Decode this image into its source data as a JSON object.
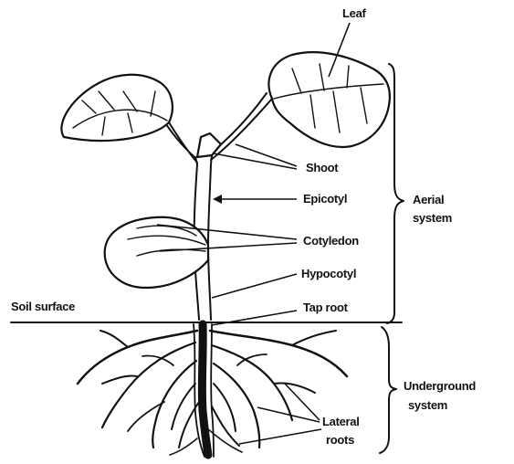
{
  "labels": {
    "leaf": "Leaf",
    "shoot": "Shoot",
    "epicotyl": "Epicotyl",
    "cotyledon": "Cotyledon",
    "hypocotyl": "Hypocotyl",
    "tap_root": "Tap root",
    "soil_surface": "Soil surface",
    "aerial_system_line1": "Aerial",
    "aerial_system_line2": "system",
    "underground_system_line1": "Underground",
    "underground_system_line2": "system",
    "lateral_roots_line1": "Lateral",
    "lateral_roots_line2": "roots"
  },
  "colors": {
    "ink": "#111111",
    "background": "#ffffff"
  }
}
